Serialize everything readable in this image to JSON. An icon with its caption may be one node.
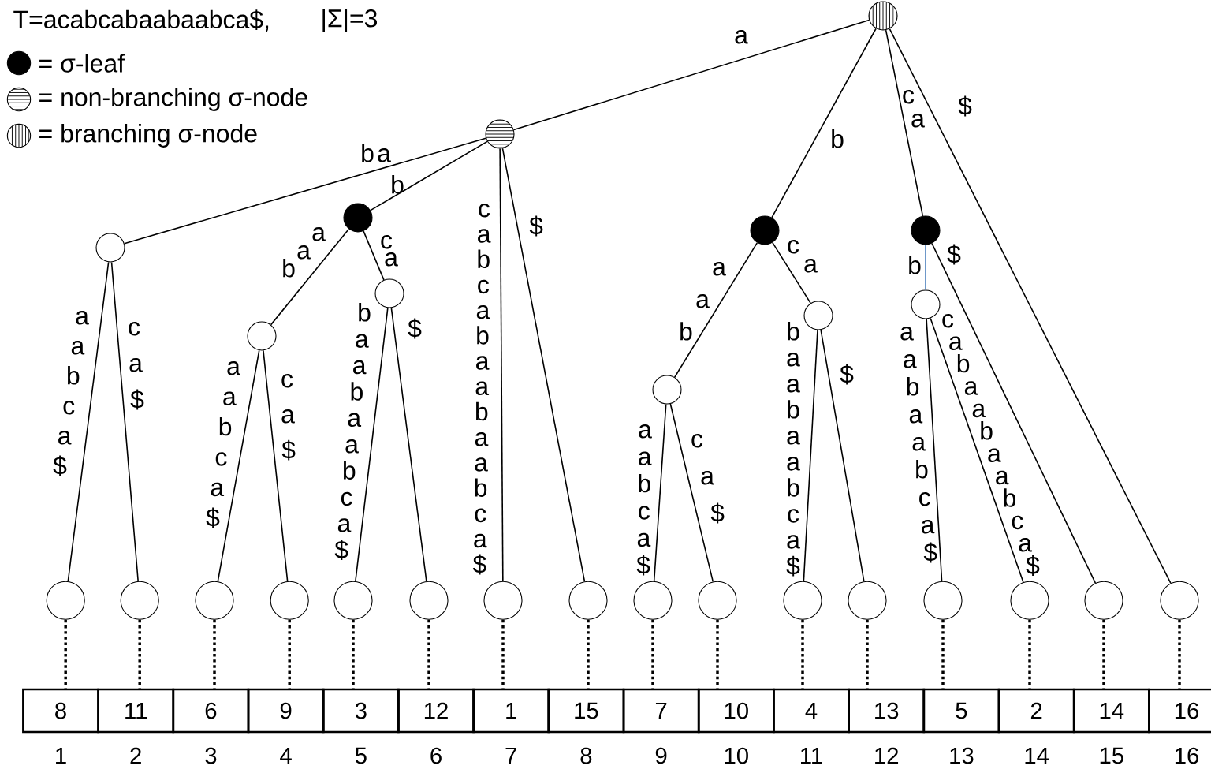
{
  "diagram": {
    "nodes": [
      {
        "text": [],
        "shape": "circle"
      },
      {
        "text": [],
        "shape": "circle"
      },
      {
        "text": [],
        "shape": "circle"
      },
      {
        "text": [],
        "shape": "circle"
      },
      {
        "text": [],
        "shape": "circle"
      },
      {
        "text": [],
        "shape": "circle"
      },
      {
        "text": [],
        "shape": "circle"
      },
      {
        "text": [],
        "shape": "circle"
      },
      {
        "text": [],
        "shape": "circle"
      },
      {
        "text": [],
        "shape": "circle"
      },
      {
        "text": [],
        "shape": "circle"
      },
      {
        "text": [],
        "shape": "circle"
      },
      {
        "text": [],
        "shape": "circle"
      },
      {
        "text": [],
        "shape": "circle"
      },
      {
        "text": [],
        "shape": "circle"
      },
      {
        "text": [],
        "shape": "circle"
      },
      {
        "text": [],
        "shape": "circle"
      },
      {
        "text": [],
        "shape": "circle"
      },
      {
        "text": [],
        "shape": "circle"
      },
      {
        "text": [],
        "shape": "circle"
      },
      {
        "text": [],
        "shape": "circle"
      },
      {
        "text": [],
        "shape": "circle"
      },
      {
        "text": [],
        "shape": "circle"
      },
      {
        "text": [],
        "shape": "circle"
      },
      {
        "text": [],
        "shape": "circle"
      },
      {
        "text": [],
        "shape": "circle"
      },
      {
        "text": [],
        "shape": "circle"
      },
      {
        "text": [
          "8"
        ]
      },
      {
        "text": [
          "11"
        ]
      },
      {
        "text": [
          "6"
        ]
      },
      {
        "text": [
          "9"
        ]
      },
      {
        "text": [
          "3"
        ]
      },
      {
        "text": [
          "12"
        ]
      },
      {
        "text": [
          "1"
        ]
      },
      {
        "text": [
          "15"
        ]
      },
      {
        "text": [
          "7"
        ]
      },
      {
        "text": [
          "10"
        ]
      },
      {
        "text": [
          "4"
        ]
      },
      {
        "text": [
          "13"
        ]
      },
      {
        "text": [
          "5"
        ]
      },
      {
        "text": [
          "2"
        ]
      },
      {
        "text": [
          "14"
        ]
      },
      {
        "text": [
          "16"
        ]
      }
    ],
    "edges": [
      {
        "from": 0,
        "to": 1,
        "arrow": "none",
        "label": "a"
      },
      {
        "from": 1,
        "to": 2,
        "arrow": "none",
        "label": "ba"
      },
      {
        "from": 1,
        "to": 3,
        "arrow": "none",
        "label": "b"
      },
      {
        "from": 3,
        "to": 4,
        "arrow": "none",
        "label": "aab"
      },
      {
        "from": 3,
        "to": 5,
        "arrow": "none",
        "label": "ca"
      },
      {
        "from": 2,
        "to": 11,
        "arrow": "none",
        "label": "aabca$"
      },
      {
        "from": 2,
        "to": 12,
        "arrow": "none",
        "label": "ca$"
      },
      {
        "from": 4,
        "to": 13,
        "arrow": "none",
        "label": "aabca$"
      },
      {
        "from": 4,
        "to": 14,
        "arrow": "none",
        "label": "ca$"
      },
      {
        "from": 5,
        "to": 15,
        "arrow": "none",
        "label": "baabaabca$"
      },
      {
        "from": 5,
        "to": 16,
        "arrow": "none",
        "label": "$"
      },
      {
        "from": 1,
        "to": 17,
        "arrow": "none",
        "label": "cabcabaabaabca$"
      },
      {
        "from": 1,
        "to": 18,
        "arrow": "none",
        "label": "$"
      },
      {
        "from": 0,
        "to": 6,
        "arrow": "none",
        "label": "b"
      },
      {
        "from": 6,
        "to": 7,
        "arrow": "none",
        "label": "aab"
      },
      {
        "from": 6,
        "to": 8,
        "arrow": "none",
        "label": "ca"
      },
      {
        "from": 7,
        "to": 19,
        "arrow": "none",
        "label": "aabca$"
      },
      {
        "from": 7,
        "to": 20,
        "arrow": "none",
        "label": "ca$"
      },
      {
        "from": 8,
        "to": 21,
        "arrow": "none",
        "label": "baabaabca$"
      },
      {
        "from": 8,
        "to": 22,
        "arrow": "none",
        "label": "$"
      },
      {
        "from": 0,
        "to": 9,
        "arrow": "none",
        "label": "ca"
      },
      {
        "from": 9,
        "to": 10,
        "arrow": "none",
        "label": "b",
        "color": "#4a7ebb"
      },
      {
        "from": 10,
        "to": 23,
        "arrow": "none",
        "label": "aabaabca$"
      },
      {
        "from": 10,
        "to": 24,
        "arrow": "none",
        "label": "cabaabaabca$"
      },
      {
        "from": 9,
        "to": 25,
        "arrow": "none",
        "label": "$"
      },
      {
        "from": 0,
        "to": 26,
        "arrow": "none",
        "label": "$"
      },
      {
        "from": 11,
        "to": 27,
        "arrow": "none",
        "style": "dashed"
      },
      {
        "from": 12,
        "to": 28,
        "arrow": "none",
        "style": "dashed"
      },
      {
        "from": 13,
        "to": 29,
        "arrow": "none",
        "style": "dashed"
      },
      {
        "from": 14,
        "to": 30,
        "arrow": "none",
        "style": "dashed"
      },
      {
        "from": 15,
        "to": 31,
        "arrow": "none",
        "style": "dashed"
      },
      {
        "from": 16,
        "to": 32,
        "arrow": "none",
        "style": "dashed"
      },
      {
        "from": 17,
        "to": 33,
        "arrow": "none",
        "style": "dashed"
      },
      {
        "from": 18,
        "to": 34,
        "arrow": "none",
        "style": "dashed"
      },
      {
        "from": 19,
        "to": 35,
        "arrow": "none",
        "style": "dashed"
      },
      {
        "from": 20,
        "to": 36,
        "arrow": "none",
        "style": "dashed"
      },
      {
        "from": 21,
        "to": 37,
        "arrow": "none",
        "style": "dashed"
      },
      {
        "from": 22,
        "to": 38,
        "arrow": "none",
        "style": "dashed"
      },
      {
        "from": 23,
        "to": 39,
        "arrow": "none",
        "style": "dashed"
      },
      {
        "from": 24,
        "to": 40,
        "arrow": "none",
        "style": "dashed"
      },
      {
        "from": 25,
        "to": 41,
        "arrow": "none",
        "style": "dashed"
      },
      {
        "from": 26,
        "to": 42,
        "arrow": "none",
        "style": "dashed"
      }
    ],
    "labels": [
      "T=acabcabaabaabca$,",
      "|Σ|=3",
      "1",
      "2",
      "3",
      "4",
      "5",
      "6",
      "7",
      "8",
      "9",
      "10",
      "11",
      "12",
      "13",
      "14",
      "15",
      "16"
    ],
    "legend": [
      {
        "text": "= σ-leaf"
      },
      {
        "text": "= non-branching σ-node"
      },
      {
        "text": "= branching σ-node"
      }
    ]
  }
}
